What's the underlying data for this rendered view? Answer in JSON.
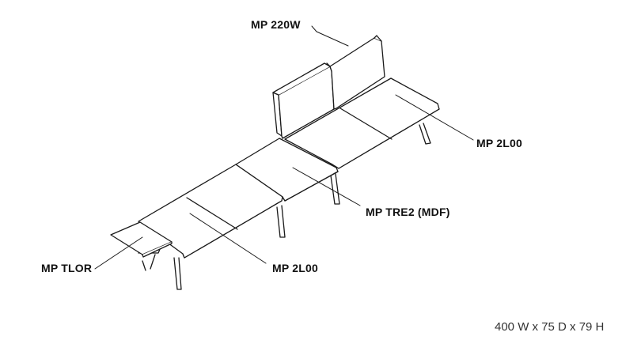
{
  "callouts": {
    "backrest": "MP 220W",
    "end_seat": "MP 2L00",
    "table": "MP TRE2 (MDF)",
    "side_table": "MP TLOR",
    "front_seat": "MP 2L00"
  },
  "dimensions": "400 W x 75 D x 79 H",
  "colors": {
    "line": "#1a1a1a",
    "text": "#111111",
    "dims": "#333333"
  }
}
